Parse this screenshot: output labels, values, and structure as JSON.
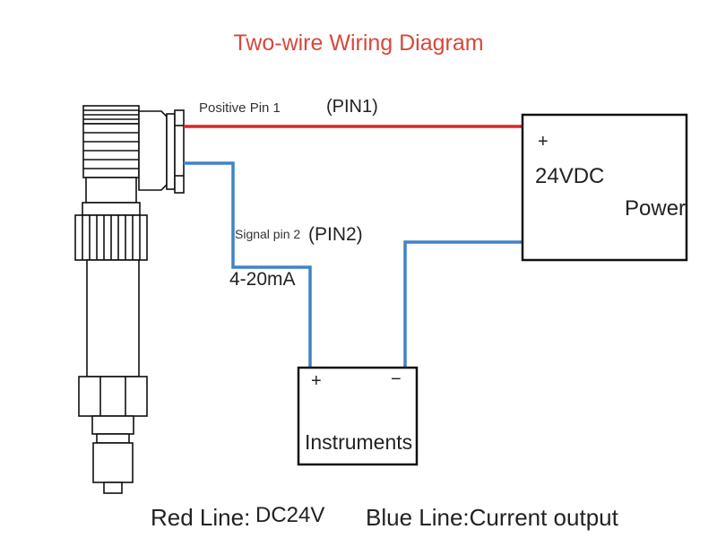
{
  "title": "Two-wire Wiring Diagram",
  "wires": {
    "positive_label": "Positive Pin 1",
    "positive_tag": "(PIN1)",
    "signal_label": "Signal pin 2",
    "signal_tag": "(PIN2)",
    "current_label": "4-20mA"
  },
  "power_supply": {
    "plus": "+",
    "voltage": "24VDC",
    "label": "Power"
  },
  "instruments": {
    "plus": "+",
    "minus": "−",
    "label": "Instruments"
  },
  "legend": {
    "red_label": "Red Line:",
    "red_value": "DC24V",
    "blue_label": "Blue Line:Current output"
  },
  "colors": {
    "title": "#d9473a",
    "red_wire": "#d8262b",
    "blue_wire": "#3f83c9",
    "outline": "#111111"
  }
}
